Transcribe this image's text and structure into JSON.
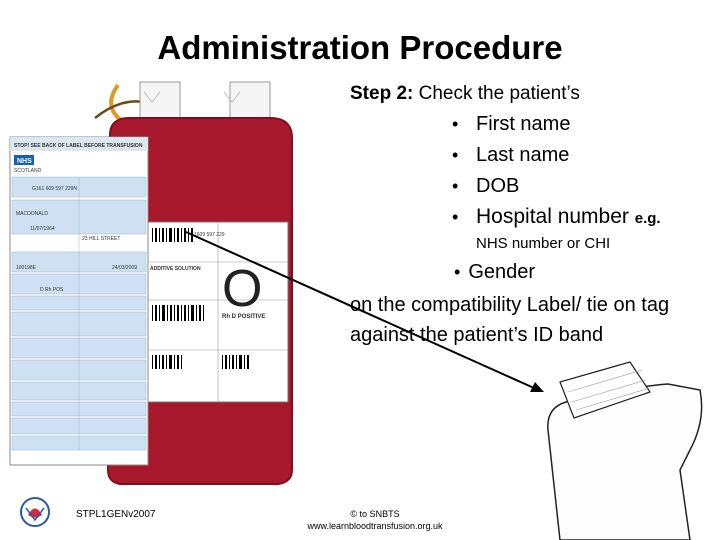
{
  "title": "Administration Procedure",
  "step": {
    "label": "Step 2:",
    "text": "Check the patient’s"
  },
  "checks": [
    "First name",
    "Last name",
    "DOB",
    "Hospital number"
  ],
  "eg": "e.g.",
  "nhs_note": "NHS number or CHI",
  "gender": "Gender",
  "compat_line1": "on the compatibility Label/ tie on tag",
  "compat_line2": "against the patient’s ID band",
  "footer": {
    "code": "STPL1GENv2007",
    "copyright": "© to SNBTS",
    "website": "www.learnbloodtransfusion.org.uk"
  },
  "blood_bag": {
    "group_letter": "O",
    "group_text": "Rh D POSITIVE",
    "compat_tag_title": "STOP! SEE BACK OF LABEL BEFORE TRANSFUSION",
    "nhs_logo": "NHS",
    "scotland": "SCOTLAND",
    "surname": "MACDONALD",
    "hospital_no": "100198E",
    "donation_no": "G161 609 597 229N",
    "date_required": "24/03/2009",
    "address": "23 HILL STREET",
    "blood_group": "D Rh POS",
    "dob": "11/07/1964",
    "product_code": "1609 597 229",
    "solution": "ADDITIVE SOLUTION"
  }
}
